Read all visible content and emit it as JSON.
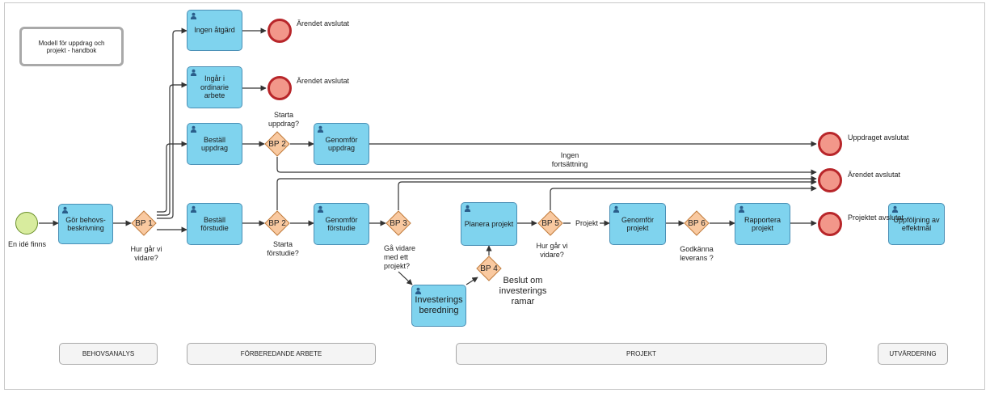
{
  "note": "Modell för uppdrag och projekt - handbok",
  "start_event": {
    "label": "En idé finns"
  },
  "tasks": {
    "behovs": "Gör behovs-beskrivning",
    "ingen_atgard": "Ingen åtgärd",
    "ordinarie": "Ingår i ordinarie arbete",
    "bestall_uppdrag": "Beställ uppdrag",
    "genomfor_uppdrag": "Genomför uppdrag",
    "bestall_forstudie": "Beställ förstudie",
    "genomfor_forstudie": "Genomför förstudie",
    "investering": "Investerings beredning",
    "planera": "Planera projekt",
    "genomfor_projekt": "Genomför projekt",
    "rapportera": "Rapportera projekt",
    "uppfoljning": "Uppföljning av effektmål"
  },
  "gateways": {
    "bp1": "BP 1",
    "bp2a": "BP 2",
    "bp2b": "BP 2",
    "bp3": "BP 3",
    "bp4": "BP 4",
    "bp5": "BP 5",
    "bp6": "BP 6"
  },
  "end_events": {
    "e1": "Ärendet avslutat",
    "e2": "Ärendet avslutat",
    "e3": "Uppdraget avslutat",
    "e4": "Ärendet avslutat",
    "e5": "Projektet avslutat"
  },
  "flow_labels": {
    "hur_gar_1": "Hur går vi vidare?",
    "starta_uppdrag": "Starta uppdrag?",
    "ingen_fortsattning": "Ingen fortsättning",
    "starta_forstudie": "Starta förstudie?",
    "ga_vidare": "Gå vidare med ett projekt?",
    "beslut": "Beslut om investerings ramar",
    "hur_gar_5": "Hur går vi vidare?",
    "projekt": "Projekt",
    "godkanna": "Godkänna leverans ?"
  },
  "phases": {
    "behovsanalys": "BEHOVSANALYS",
    "forberedande": "FÖRBEREDANDE ARBETE",
    "projekt": "PROJEKT",
    "utvardering": "UTVÄRDERING"
  },
  "colors": {
    "task_fill": "#7fd3ee",
    "gateway_fill": "#f9c9a0",
    "end_fill": "#f2978a",
    "end_border": "#b8262a",
    "start_fill": "#d8ec9e"
  }
}
